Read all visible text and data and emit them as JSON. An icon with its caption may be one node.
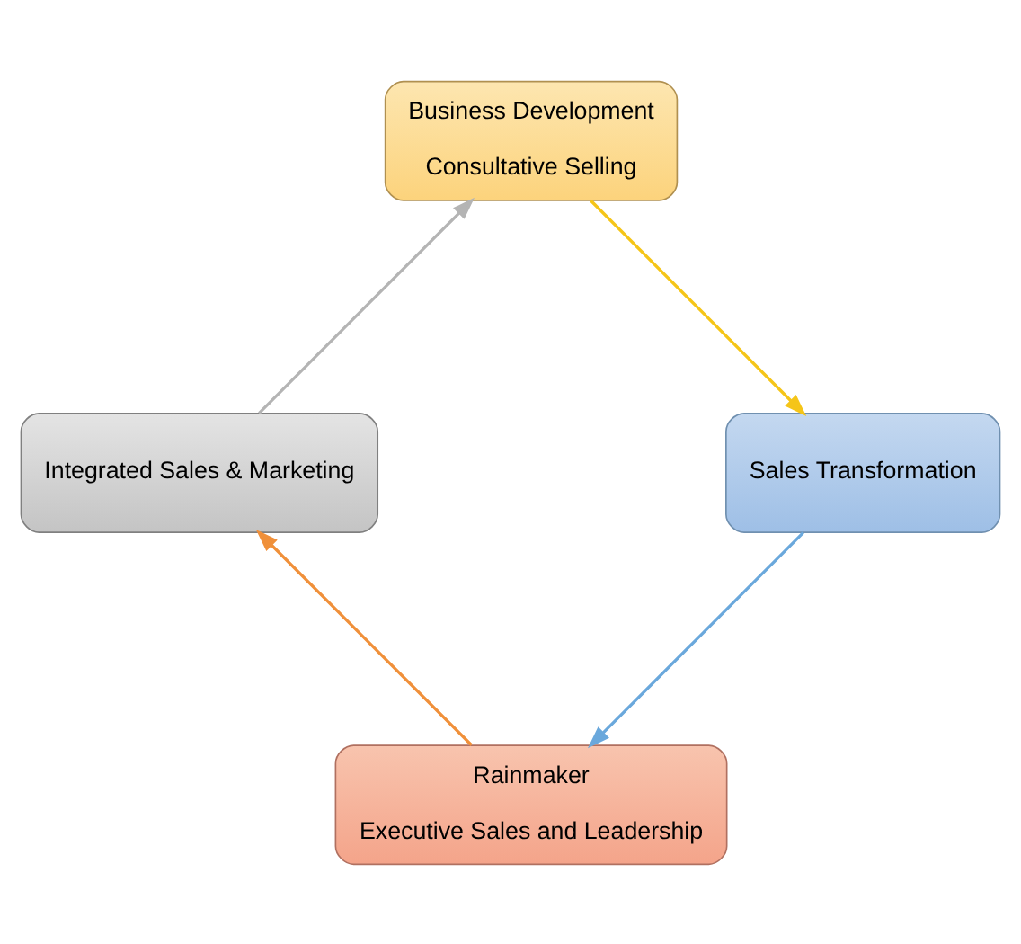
{
  "diagram": {
    "nodes": [
      {
        "text": [
          "Rainmaker",
          "Executive Sales and Leadership"
        ]
      },
      {
        "text": [
          "Integrated Sales & Marketing"
        ]
      },
      {
        "text": [
          "Business Development",
          "Consultative Selling"
        ]
      },
      {
        "text": [
          "Sales Transformation"
        ]
      }
    ],
    "edges": [
      {
        "from": 0,
        "to": 1,
        "arrow": "to",
        "color": "#f0903a"
      },
      {
        "from": 1,
        "to": 2,
        "arrow": "to",
        "color": "#b4b4b4"
      },
      {
        "from": 2,
        "to": 3,
        "arrow": "to",
        "color": "#f5c518"
      },
      {
        "from": 3,
        "to": 0,
        "arrow": "to",
        "color": "#6aa8dc"
      }
    ]
  }
}
